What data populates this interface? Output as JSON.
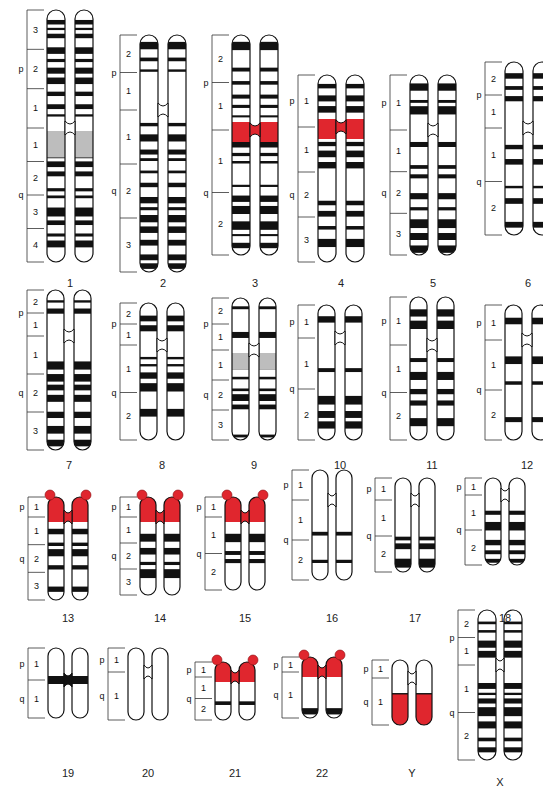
{
  "diagram": {
    "labels": [
      "p",
      "3",
      "2",
      "1",
      "q",
      "1",
      "2",
      "3",
      "4",
      "1",
      "p",
      "2",
      "1",
      "q",
      "1",
      "2",
      "3",
      "2",
      "p",
      "2",
      "1",
      "q",
      "1",
      "2",
      "3",
      "p",
      "1",
      "q",
      "1",
      "2",
      "3",
      "4",
      "p",
      "1",
      "q",
      "1",
      "2",
      "3",
      "5",
      "p",
      "2",
      "1",
      "q",
      "1",
      "2",
      "6",
      "p",
      "2",
      "1",
      "q",
      "1",
      "2",
      "3",
      "7",
      "p",
      "2",
      "1",
      "q",
      "1",
      "2",
      "8",
      "p",
      "2",
      "1",
      "q",
      "1",
      "2",
      "3",
      "9",
      "p",
      "1",
      "q",
      "1",
      "2",
      "10",
      "p",
      "1",
      "q",
      "1",
      "2",
      "11",
      "p",
      "1",
      "q",
      "1",
      "2",
      "12",
      "p",
      "1",
      "q",
      "1",
      "2",
      "3",
      "13",
      "p",
      "1",
      "q",
      "1",
      "2",
      "3",
      "14",
      "p",
      "1",
      "q",
      "1",
      "2",
      "15",
      "p",
      "1",
      "q",
      "1",
      "2",
      "16",
      "p",
      "1",
      "q",
      "1",
      "2",
      "17",
      "p",
      "1",
      "q",
      "1",
      "2",
      "18",
      "p",
      "1",
      "q",
      "1",
      "19",
      "p",
      "1",
      "q",
      "1",
      "20",
      "p",
      "1",
      "q",
      "1",
      "2",
      "21",
      "p",
      "1",
      "q",
      "1",
      "22",
      "p",
      "1",
      "q",
      "1",
      "Y",
      "p",
      "2",
      "1",
      "q",
      "1",
      "2",
      "X"
    ]
  }
}
